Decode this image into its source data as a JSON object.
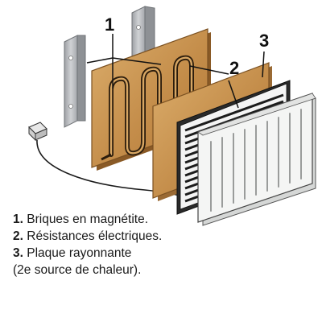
{
  "callouts": {
    "c1": "1",
    "c2": "2",
    "c3": "3"
  },
  "legend": [
    {
      "num": "1.",
      "text": "Briques en magnétite."
    },
    {
      "num": "2.",
      "text": "Résistances électriques."
    },
    {
      "num": "3.",
      "text": "Plaque rayonnante"
    },
    {
      "num": "",
      "text": "(2e source de chaleur)."
    }
  ],
  "colors": {
    "brick": "#d2a15e",
    "brick_dark": "#a8743a",
    "bracket": "#b9bcc0",
    "radiant_panel": "#f2f3f2",
    "coil": "#1c1c1c"
  }
}
